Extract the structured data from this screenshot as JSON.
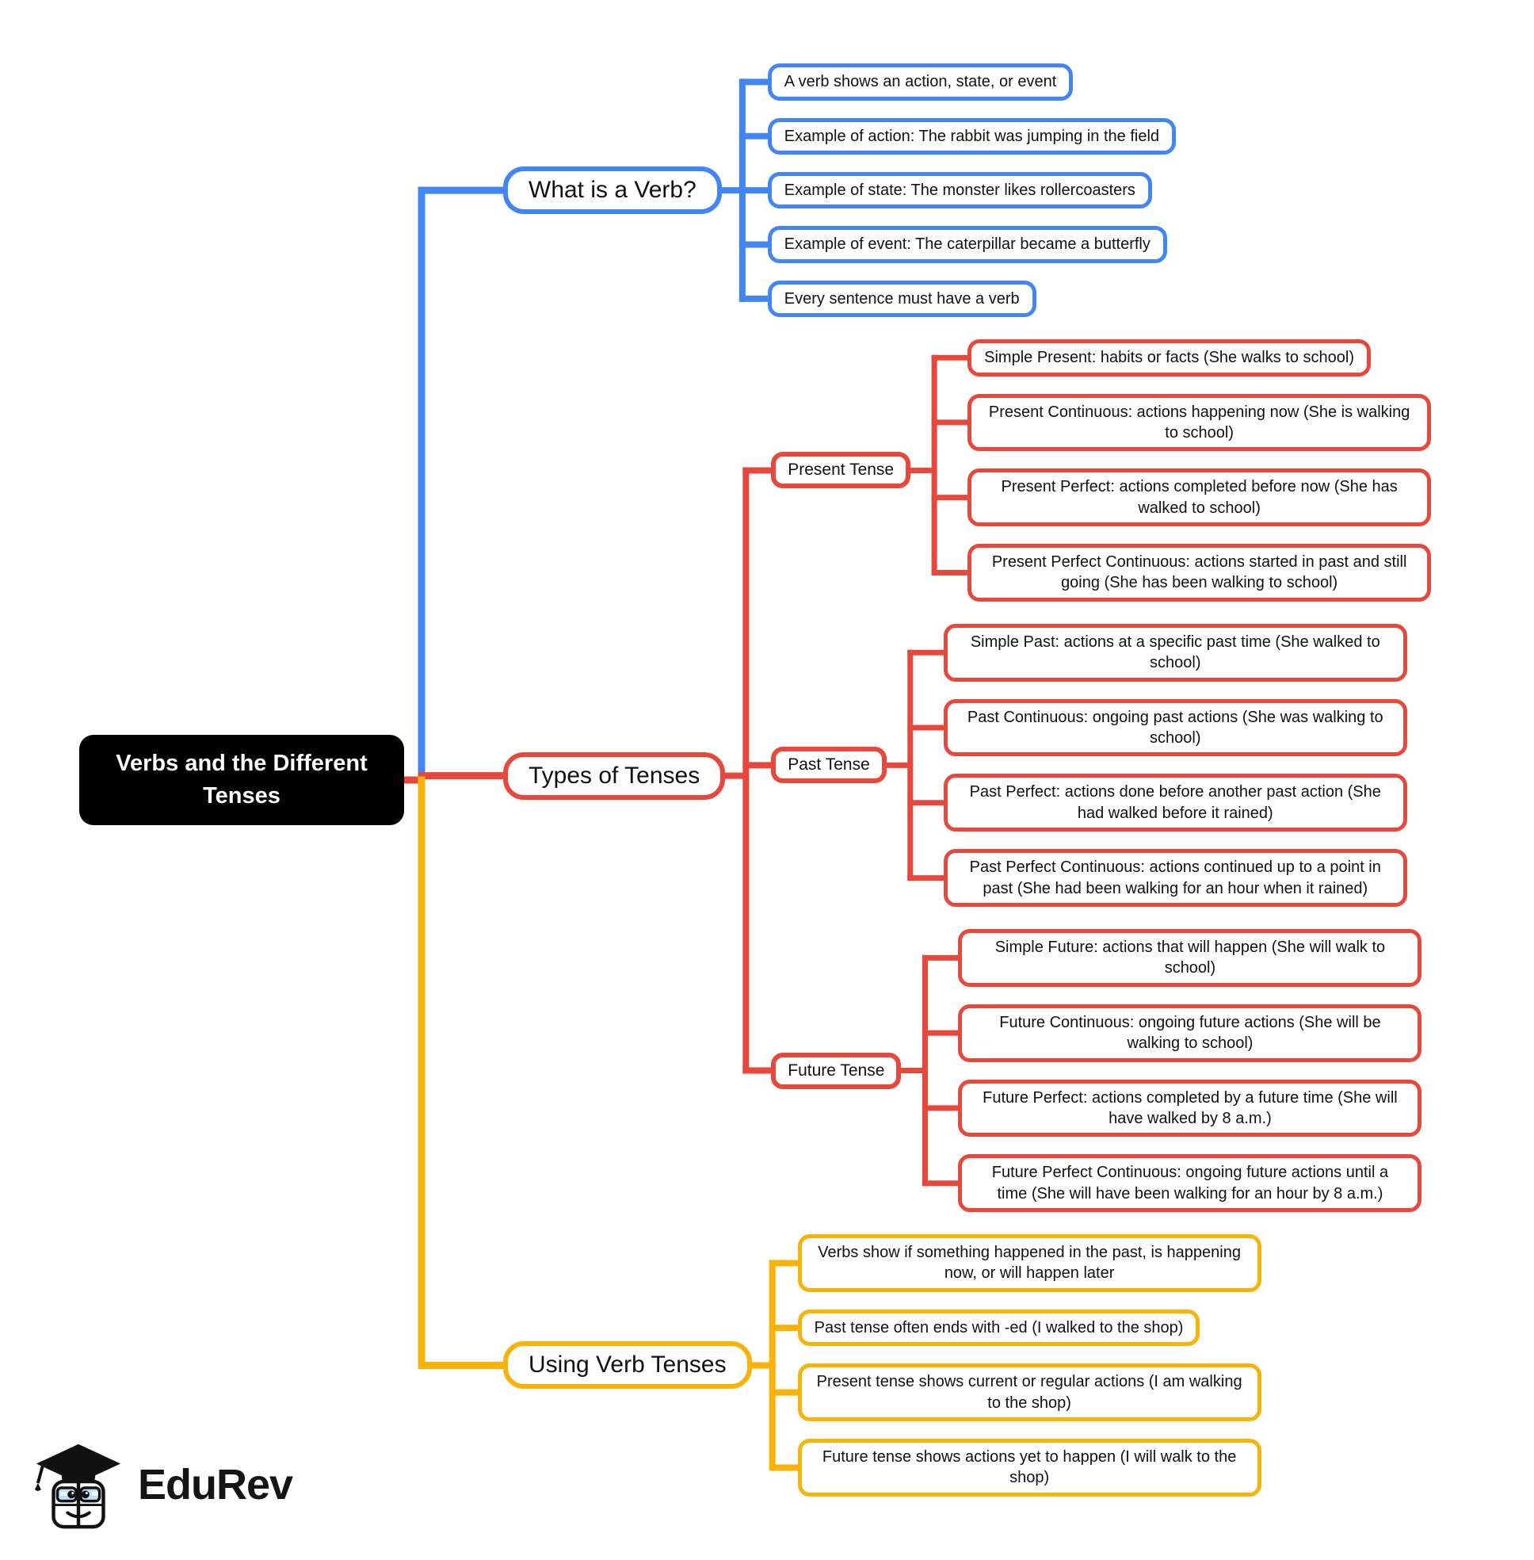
{
  "root": {
    "label": "Verbs and the Different Tenses"
  },
  "colors": {
    "blue": "#4285F4",
    "red": "#E8483C",
    "yellow": "#F9B208",
    "root_bg": "#000000",
    "root_text": "#FFFFFF",
    "node_text": "#111111"
  },
  "branches": [
    {
      "label": "What is a Verb?",
      "color": "blue",
      "children": [
        "A verb shows an action, state, or event",
        "Example of action: The rabbit was jumping in the field",
        "Example of state: The monster likes rollercoasters",
        "Example of event: The caterpillar became a butterfly",
        "Every sentence must have a verb"
      ]
    },
    {
      "label": "Types of Tenses",
      "color": "red",
      "groups": [
        {
          "label": "Present Tense",
          "children": [
            "Simple Present: habits or facts (She walks to school)",
            "Present Continuous: actions happening now (She is walking to school)",
            "Present Perfect: actions completed before now (She has walked to school)",
            "Present Perfect Continuous: actions started in past and still going (She has been walking to school)"
          ]
        },
        {
          "label": "Past Tense",
          "children": [
            "Simple Past: actions at a specific past time (She walked to school)",
            "Past Continuous: ongoing past actions (She was walking to school)",
            "Past Perfect: actions done before another past action (She had walked before it rained)",
            "Past Perfect Continuous: actions continued up to a point in past (She had been walking for an hour when it rained)"
          ]
        },
        {
          "label": "Future Tense",
          "children": [
            "Simple Future: actions that will happen (She will walk to school)",
            "Future Continuous: ongoing future actions (She will be walking to school)",
            "Future Perfect: actions completed by a future time (She will have walked by 8 a.m.)",
            "Future Perfect Continuous: ongoing future actions until a time (She will have been walking for an hour by 8 a.m.)"
          ]
        }
      ]
    },
    {
      "label": "Using Verb Tenses",
      "color": "yellow",
      "children": [
        "Verbs show if something happened in the past, is happening now, or will happen later",
        "Past tense often ends with -ed (I walked to the shop)",
        "Present tense shows current or regular actions (I am walking to the shop)",
        "Future tense shows actions yet to happen (I will walk to the shop)"
      ]
    }
  ],
  "logo": {
    "text": "EduRev"
  }
}
